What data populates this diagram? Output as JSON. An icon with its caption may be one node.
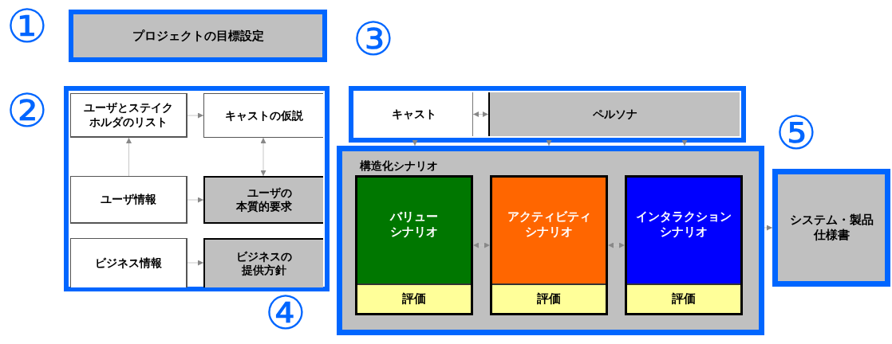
{
  "diagram": {
    "nodes": [
      {
        "text": [
          "プロジェクトの目標設定"
        ]
      },
      {
        "text": [],
        "shape": "box"
      },
      {
        "text": [
          "ユーザとステイクホルダのリスト"
        ],
        "in": 1
      },
      {
        "text": [
          "キャストの仮説"
        ],
        "in": 1
      },
      {
        "text": [
          "ユーザ情報"
        ],
        "in": 1
      },
      {
        "text": [
          "ユーザの本質的要求"
        ],
        "in": 1
      },
      {
        "text": [
          "ビジネス情報"
        ],
        "in": 1
      },
      {
        "text": [
          "ビジネスの提供方針"
        ],
        "in": 1
      },
      {
        "text": [],
        "shape": "box"
      },
      {
        "text": [
          "キャスト"
        ],
        "in": 8
      },
      {
        "text": [
          "ペルソナ"
        ],
        "in": 8
      },
      {
        "text": [
          "構造化シナリオ"
        ]
      },
      {
        "text": [
          "バリューシナリオ"
        ],
        "in": 11
      },
      {
        "text": [
          "評価"
        ],
        "in": 12
      },
      {
        "text": [
          "アクティビティシナリオ"
        ],
        "in": 11
      },
      {
        "text": [
          "評価"
        ],
        "in": 14
      },
      {
        "text": [
          "インタラクションシナリオ"
        ],
        "in": 11
      },
      {
        "text": [
          "評価"
        ],
        "in": 16
      },
      {
        "text": [
          "システム・製品仕様書"
        ]
      }
    ],
    "edges": [
      {
        "from": 2,
        "to": 3,
        "arrow": "to"
      },
      {
        "from": 4,
        "to": 2,
        "arrow": "to"
      },
      {
        "from": 3,
        "to": 5,
        "arrow": "both"
      },
      {
        "from": 4,
        "to": 5,
        "arrow": "to"
      },
      {
        "from": 6,
        "to": 7,
        "arrow": "to"
      },
      {
        "from": 9,
        "to": 10,
        "arrow": "both"
      },
      {
        "from": 8,
        "to": 11,
        "arrow": "to"
      },
      {
        "from": 8,
        "to": 11,
        "arrow": "to"
      },
      {
        "from": 8,
        "to": 11,
        "arrow": "to"
      },
      {
        "from": 12,
        "to": 14,
        "arrow": "both"
      },
      {
        "from": 14,
        "to": 16,
        "arrow": "both"
      },
      {
        "from": 11,
        "to": 18,
        "arrow": "to"
      }
    ],
    "labels": [
      "①",
      "②",
      "③",
      "④",
      "⑤"
    ]
  }
}
